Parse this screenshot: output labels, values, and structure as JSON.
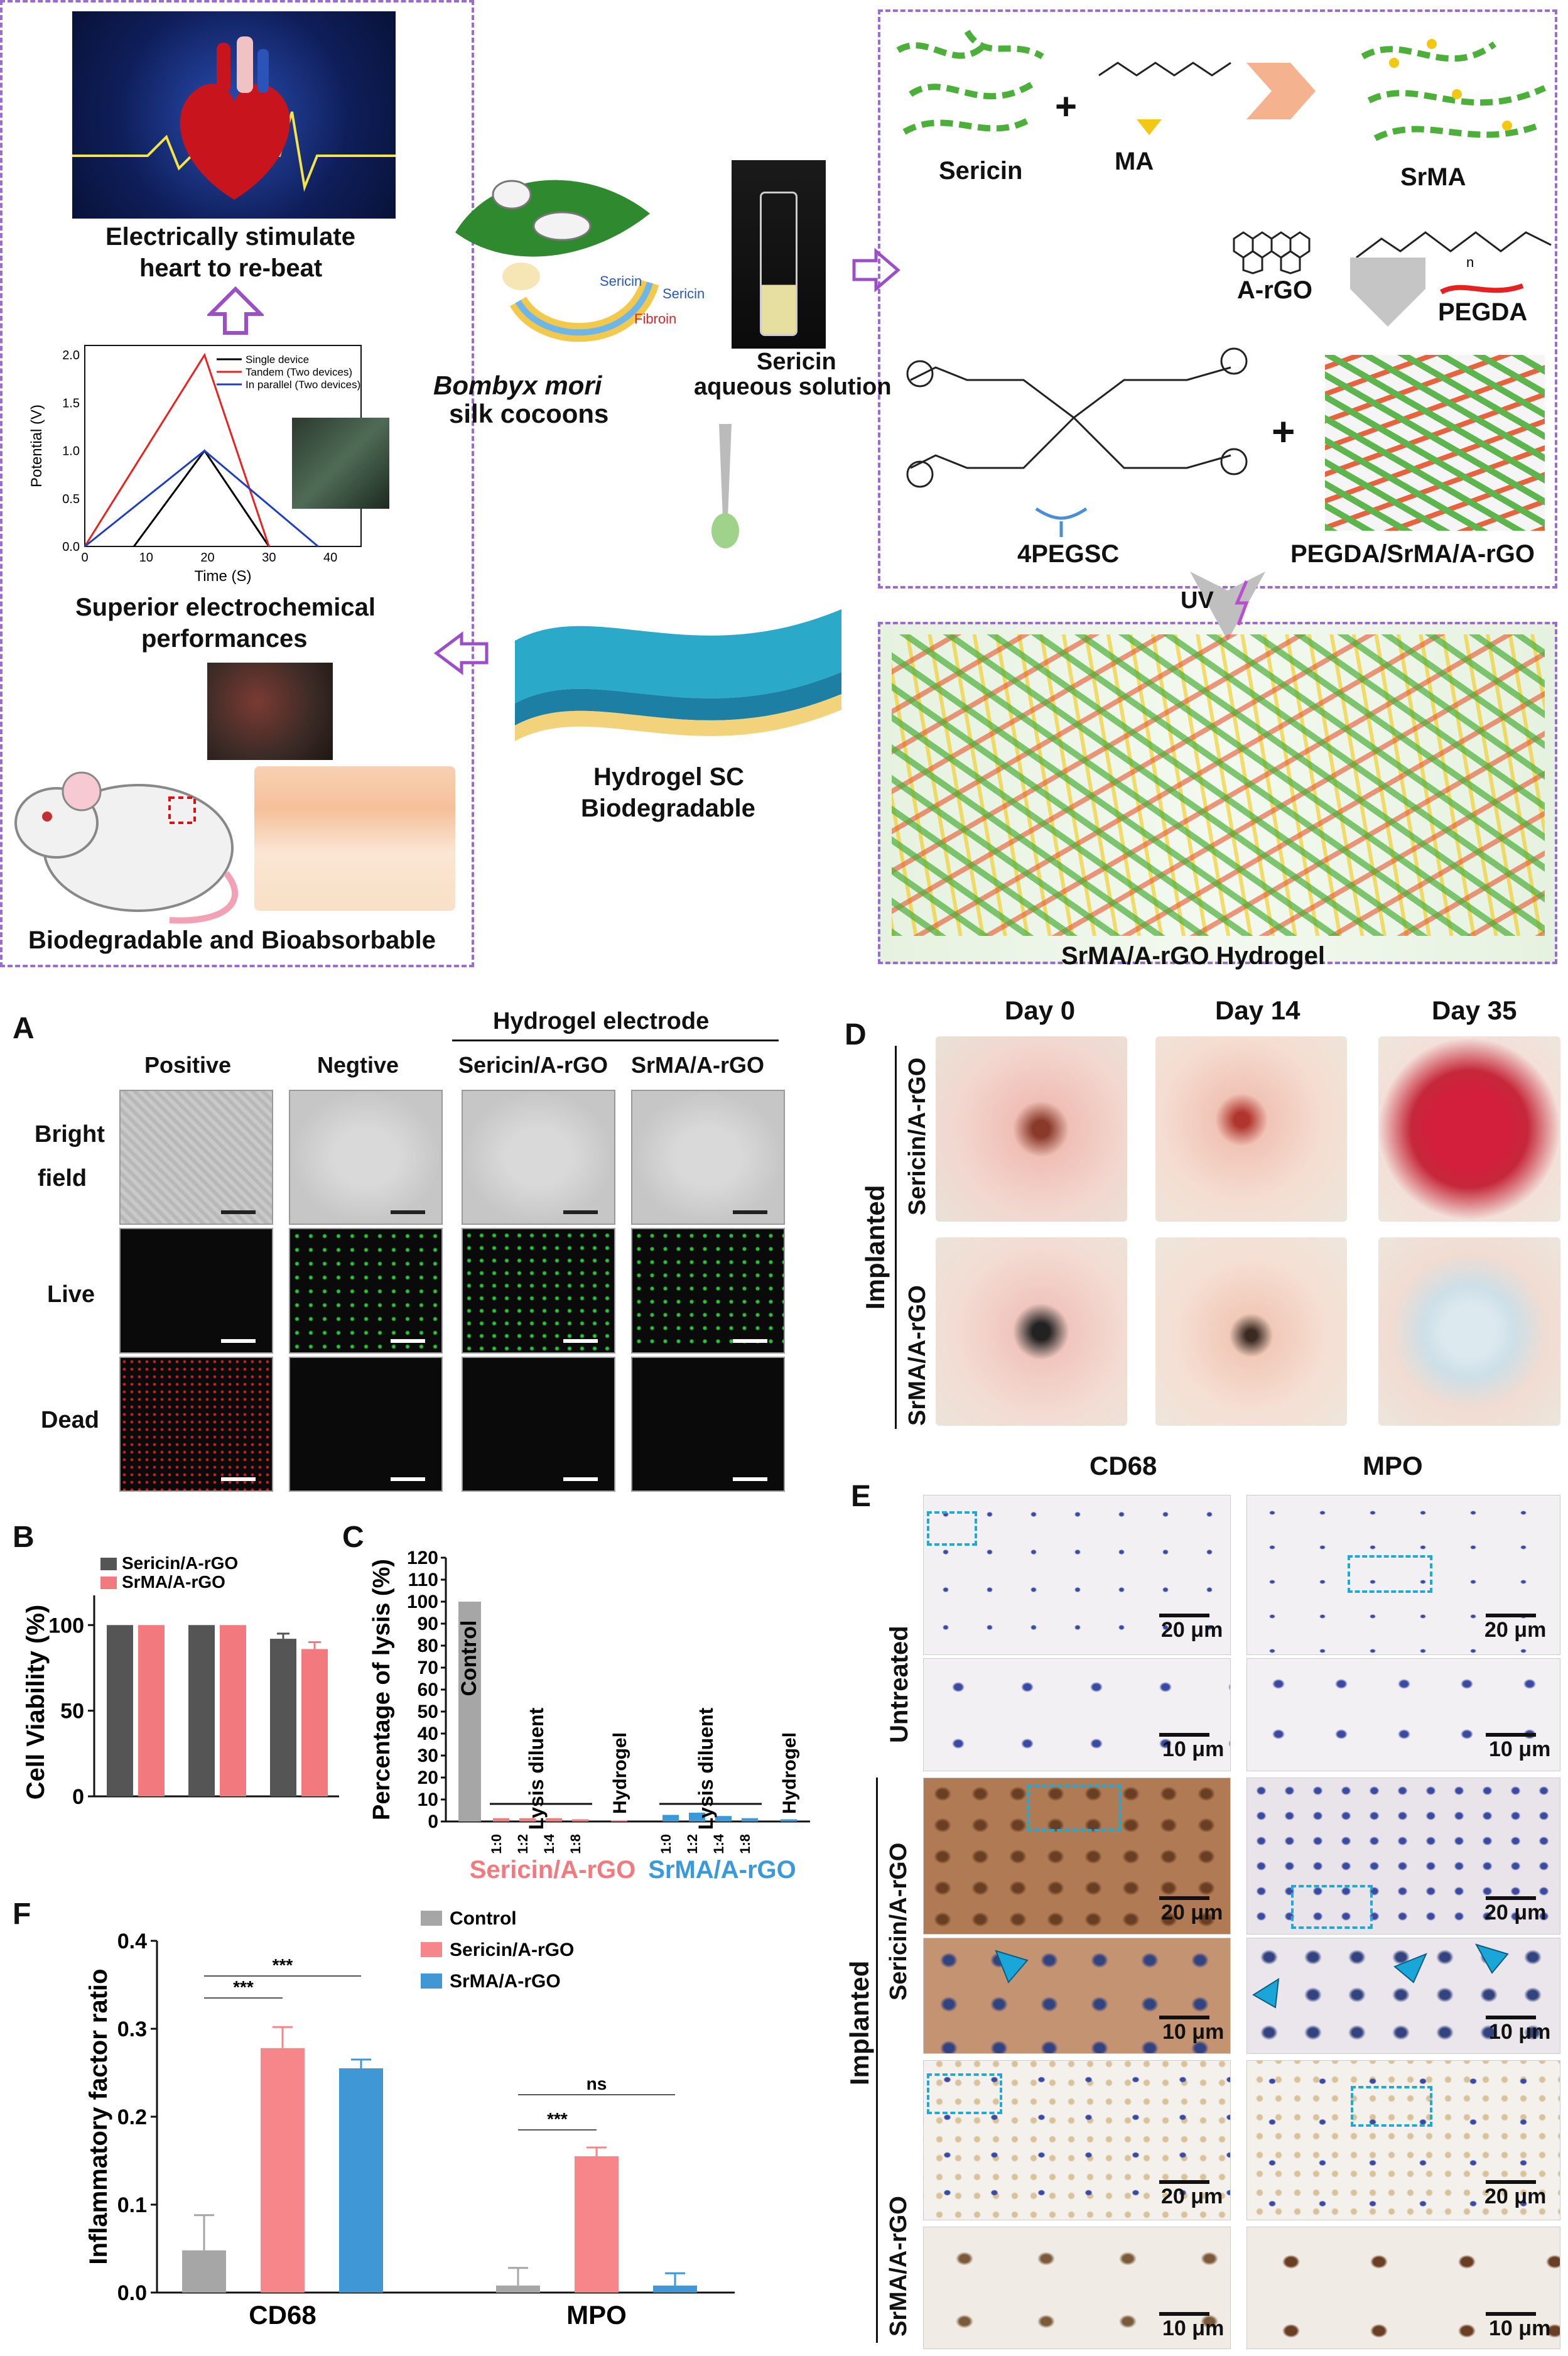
{
  "scheme": {
    "heart_caption_1": "Electrically stimulate",
    "heart_caption_2": "heart to re-beat",
    "cocoon_species": "Bombyx mori",
    "cocoon_caption": "silk cocoons",
    "cocoon_labels": [
      "Sericin",
      "Fibroin",
      "Sericin"
    ],
    "vial_caption_1": "Sericin",
    "vial_caption_2": "aqueous solution",
    "perf_caption_1": "Superior  electrochemical",
    "perf_caption_2": "performances",
    "hydrogel_caption_1": "Hydrogel SC",
    "hydrogel_caption_2": "Biodegradable",
    "mouse_caption": "Biodegradable and Bioabsorbable",
    "synthesis": {
      "sericin": "Sericin",
      "ma": "MA",
      "srma": "SrMA",
      "argo": "A-rGO",
      "pegda": "PEGDA",
      "peg4": "4PEGSC",
      "composite": "PEGDA/SrMA/A-rGO",
      "uv": "UV",
      "final": "SrMA/A-rGO Hydrogel"
    }
  },
  "inset_chart": {
    "type": "line",
    "xlabel": "Time (S)",
    "ylabel": "Potential (V)",
    "xlim": [
      0,
      45
    ],
    "ylim": [
      0,
      2.1
    ],
    "xticks": [
      "0",
      "10",
      "20",
      "30",
      "40"
    ],
    "yticks": [
      "0.0",
      "0.5",
      "1.0",
      "1.5",
      "2.0"
    ],
    "series": [
      {
        "name": "Single device",
        "color": "#000000",
        "x": [
          8,
          19.5,
          30
        ],
        "y": [
          0,
          1.0,
          0
        ]
      },
      {
        "name": "Tandem (Two devices)",
        "color": "#e8231f",
        "x": [
          0,
          19.5,
          30
        ],
        "y": [
          0,
          2.0,
          0
        ]
      },
      {
        "name": "In parallel (Two devices)",
        "color": "#1f3fbf",
        "x": [
          0,
          19.5,
          38
        ],
        "y": [
          0,
          1.0,
          0
        ]
      }
    ]
  },
  "panel_A": {
    "letter": "A",
    "group_header": "Hydrogel electrode",
    "columns": [
      "Positive",
      "Negtive",
      "Sericin/A-rGO",
      "SrMA/A-rGO"
    ],
    "rows": [
      "Bright",
      "field",
      "Live",
      "Dead"
    ]
  },
  "panel_B": {
    "letter": "B",
    "chart_data": {
      "type": "bar",
      "ylabel": "Cell Viability (%)",
      "ylim": [
        0,
        110
      ],
      "yticks": [
        "0",
        "50",
        "100"
      ],
      "series": [
        {
          "name": "Sericin/A-rGO",
          "color": "#555555",
          "values": [
            100,
            100,
            92
          ],
          "errors": [
            0,
            0,
            3
          ]
        },
        {
          "name": "SrMA/A-rGO",
          "color": "#f27a7f",
          "values": [
            100,
            100,
            86
          ],
          "errors": [
            0,
            0,
            4
          ]
        }
      ]
    }
  },
  "panel_C": {
    "letter": "C",
    "chart_data": {
      "type": "bar",
      "ylabel": "Percentage of lysis (%)",
      "ylim": [
        0,
        120
      ],
      "yticks": [
        "0",
        "10",
        "20",
        "30",
        "40",
        "50",
        "60",
        "70",
        "80",
        "90",
        "100",
        "110",
        "120"
      ],
      "categories": [
        "1:0",
        "1:2",
        "1:4",
        "1:8"
      ],
      "control_label": "Control",
      "control_value": 100,
      "diluent_label": "Lysis diluent",
      "hydrogel_label": "Hydrogel",
      "groups": [
        {
          "name": "Sericin/A-rGO",
          "color": "#f27a7f",
          "values": [
            1.5,
            1.5,
            1.5,
            1.0
          ],
          "hydrogel": 0.5
        },
        {
          "name": "SrMA/A-rGO",
          "color": "#3a9ad9",
          "values": [
            3,
            4,
            2.5,
            1.5
          ],
          "hydrogel": 1.0
        }
      ]
    }
  },
  "panel_D": {
    "letter": "D",
    "columns": [
      "Day 0",
      "Day 14",
      "Day 35"
    ],
    "group_label": "Implanted",
    "rows": [
      "Sericin/A-rGO",
      "SrMA/A-rGO"
    ]
  },
  "panel_E": {
    "letter": "E",
    "columns": [
      "CD68",
      "MPO"
    ],
    "row_groups": [
      "Untreated",
      "Implanted"
    ],
    "rows": [
      "Sericin/A-rGO",
      "SrMA/A-rGO"
    ],
    "scale_large": "20 μm",
    "scale_small": "10 μm"
  },
  "panel_F": {
    "letter": "F",
    "chart_data": {
      "type": "bar",
      "ylabel": "Inflammatory factor ratio",
      "ylim": [
        0,
        0.4
      ],
      "yticks": [
        "0.0",
        "0.1",
        "0.2",
        "0.3",
        "0.4"
      ],
      "categories": [
        "CD68",
        "MPO"
      ],
      "series": [
        {
          "name": "Control",
          "color": "#a6a6a6",
          "values": [
            0.048,
            0.008
          ],
          "errors": [
            0.04,
            0.02
          ]
        },
        {
          "name": "Sericin/A-rGO",
          "color": "#f7868a",
          "values": [
            0.278,
            0.155
          ],
          "errors": [
            0.024,
            0.01
          ]
        },
        {
          "name": "SrMA/A-rGO",
          "color": "#3f97d6",
          "values": [
            0.255,
            0.008
          ],
          "errors": [
            0.01,
            0.014
          ]
        }
      ],
      "significance": [
        "***",
        "***",
        "***",
        "ns"
      ]
    }
  }
}
